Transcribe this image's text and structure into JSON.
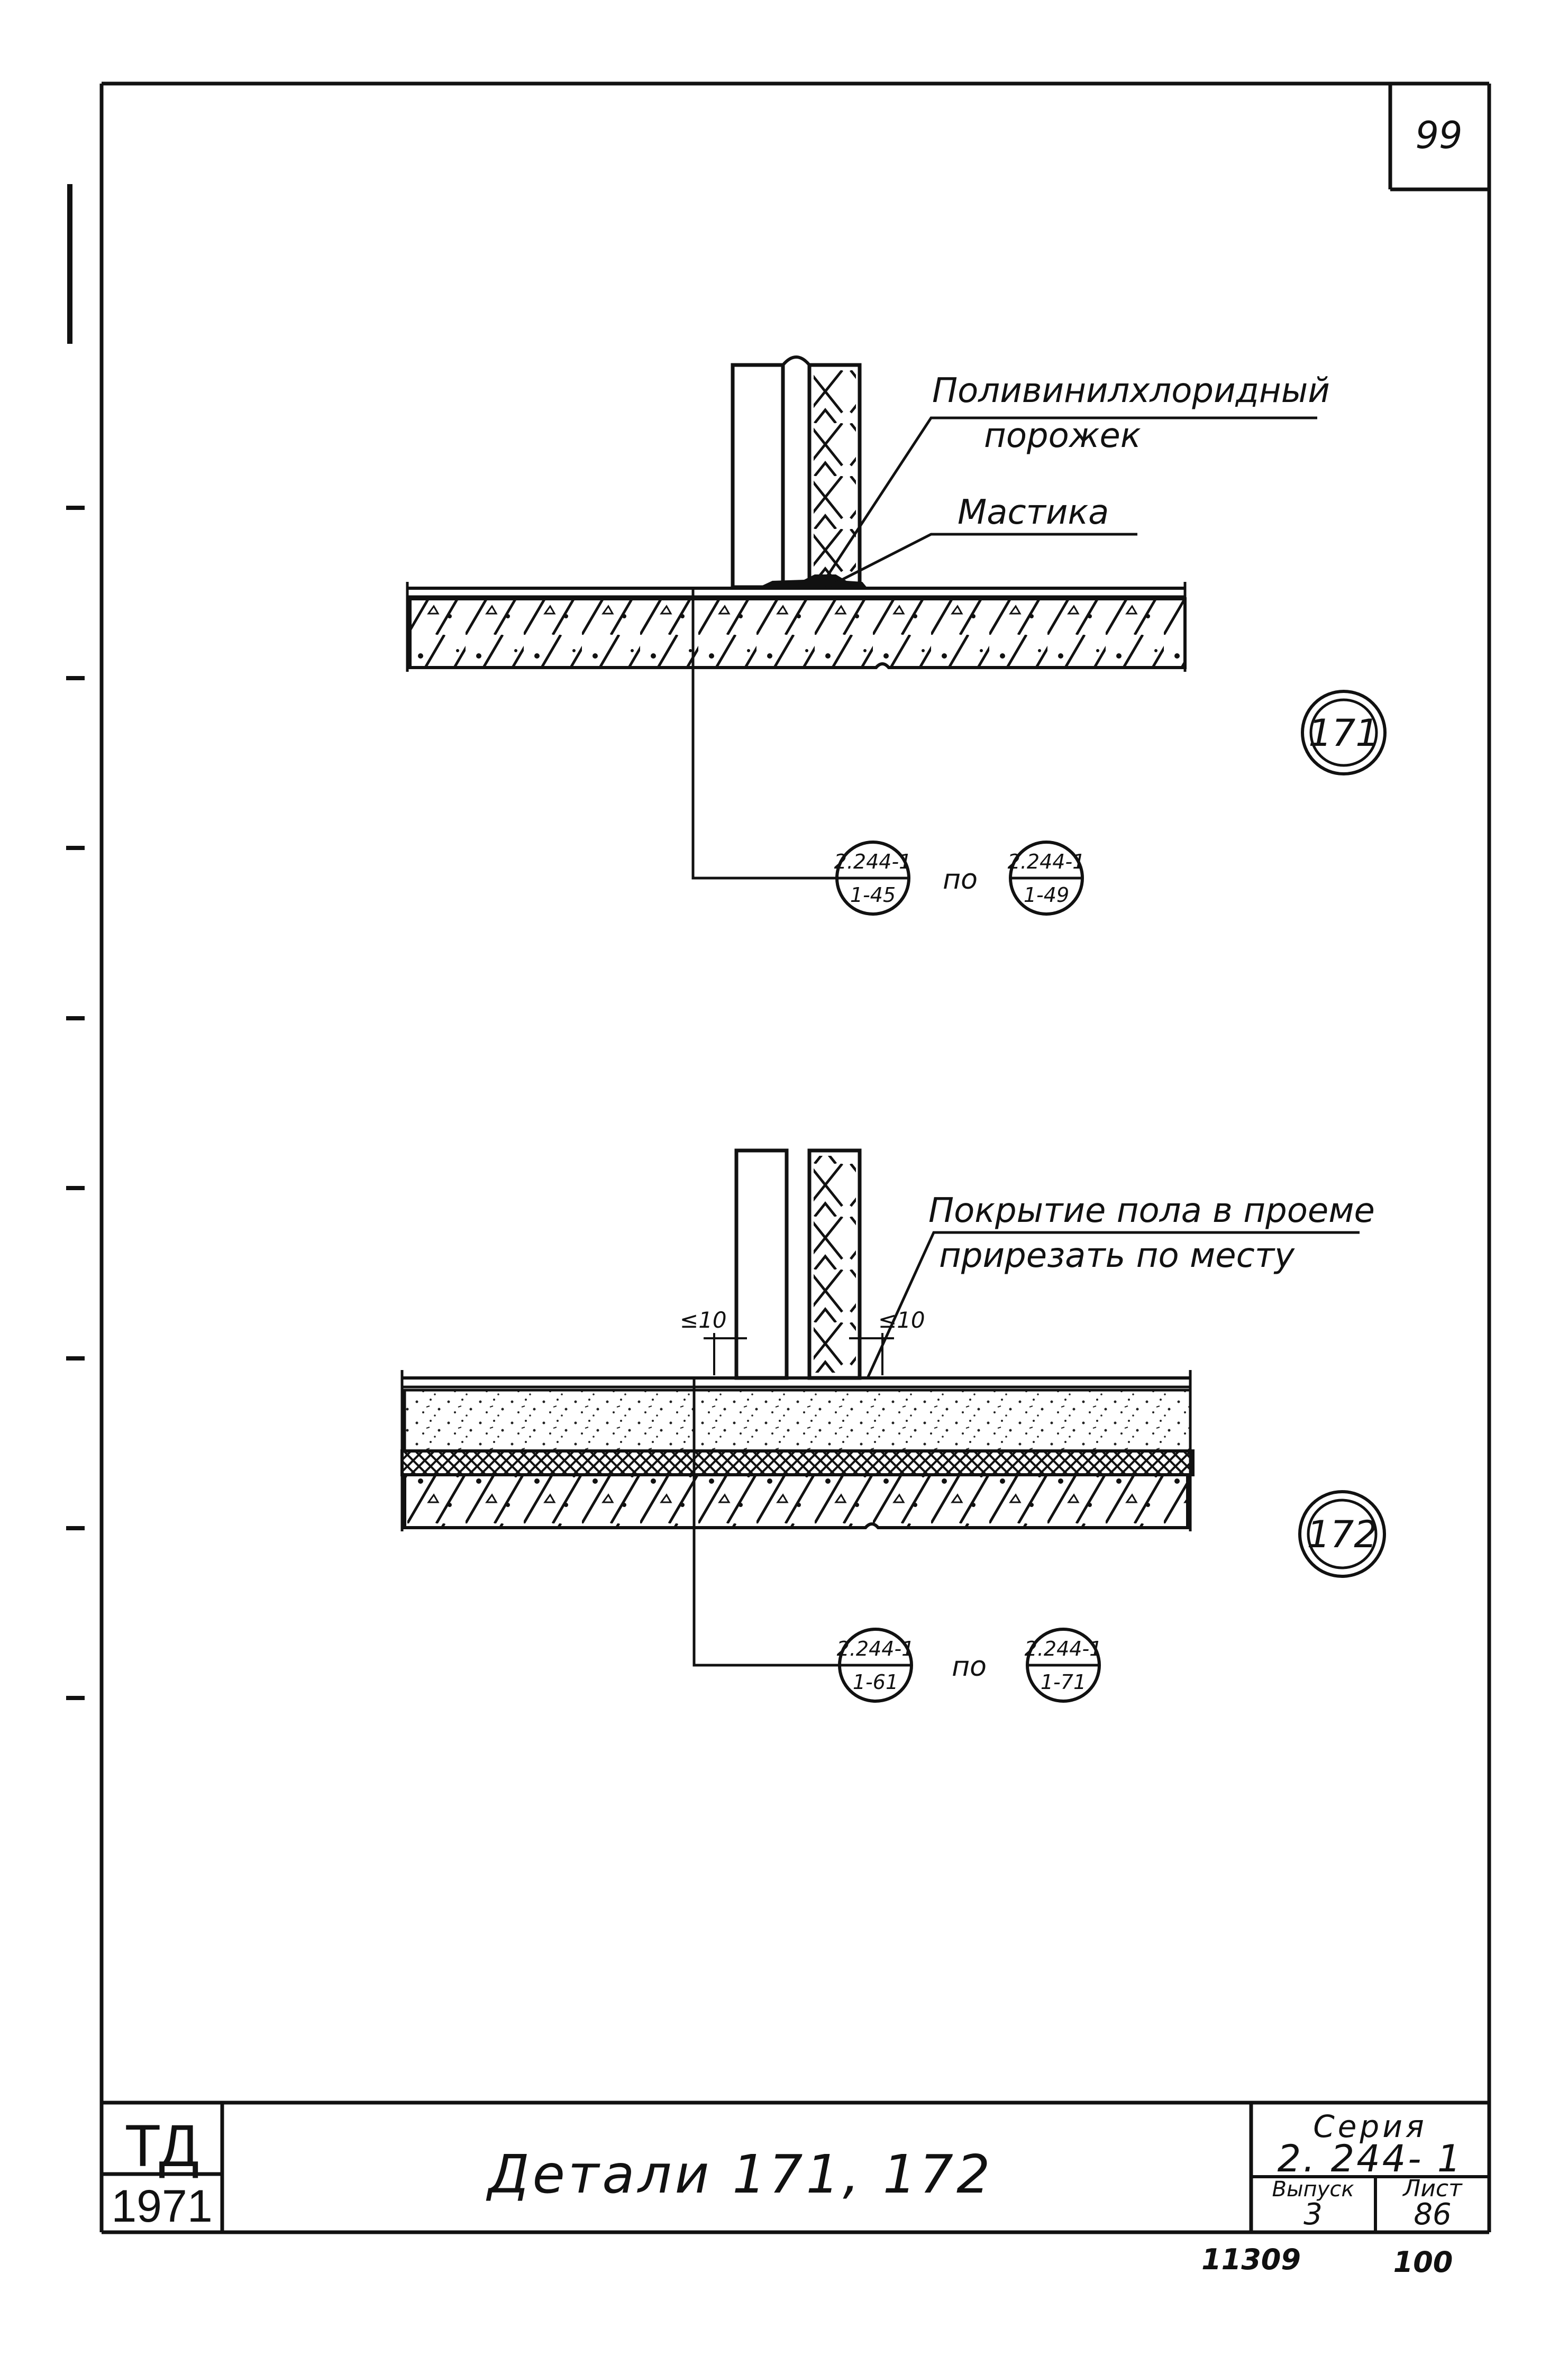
{
  "sheet_number": "99",
  "detail_171": {
    "label_pvc": "Поливинилхлоридный",
    "label_pvc_2": "порожек",
    "label_mastic": "Мастика",
    "marker": "171",
    "ref_a_top": "2.244-1",
    "ref_a_bottom": "1-45",
    "ref_between": "по",
    "ref_b_top": "2.244-1",
    "ref_b_bottom": "1-49"
  },
  "detail_172": {
    "label_cover": "Покрытие пола в проеме",
    "label_cover_2": "прирезать по месту",
    "gap_left": "≤10",
    "gap_right": "≤10",
    "marker": "172",
    "ref_a_top": "2.244-1",
    "ref_a_bottom": "1-61",
    "ref_between": "по",
    "ref_b_top": "2.244-1",
    "ref_b_bottom": "1-71"
  },
  "title_block": {
    "org": "ТД",
    "year": "1971",
    "title": "Детали 171, 172",
    "series_label": "Серия",
    "series_value": "2. 244- 1",
    "issue_label": "Выпуск",
    "issue_value": "3",
    "sheet_label": "Лист",
    "sheet_value": "86"
  },
  "footer": {
    "number_left": "11309",
    "number_right": "100"
  }
}
